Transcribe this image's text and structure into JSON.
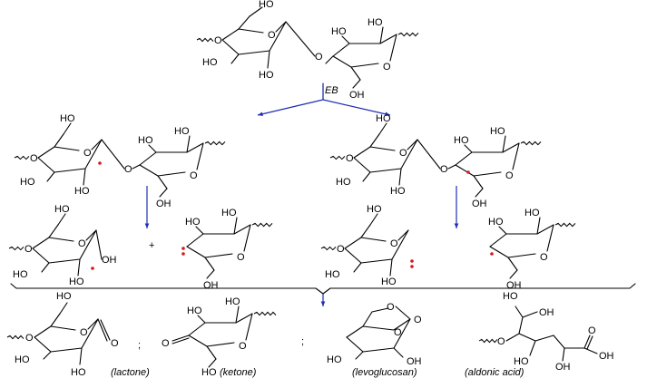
{
  "labels": {
    "eb": "EB",
    "ho": "HO",
    "oh": "OH",
    "o": "O",
    "plus": "+",
    "semicolon": ";",
    "lactone": "(lactone)",
    "ketone": "(ketone)",
    "levoglucosan": "(levoglucosan)",
    "aldonic_acid": "(aldonic acid)"
  },
  "colors": {
    "arrow": "#1f2fb5",
    "radical": "#d21a1a",
    "bond": "#000000"
  }
}
